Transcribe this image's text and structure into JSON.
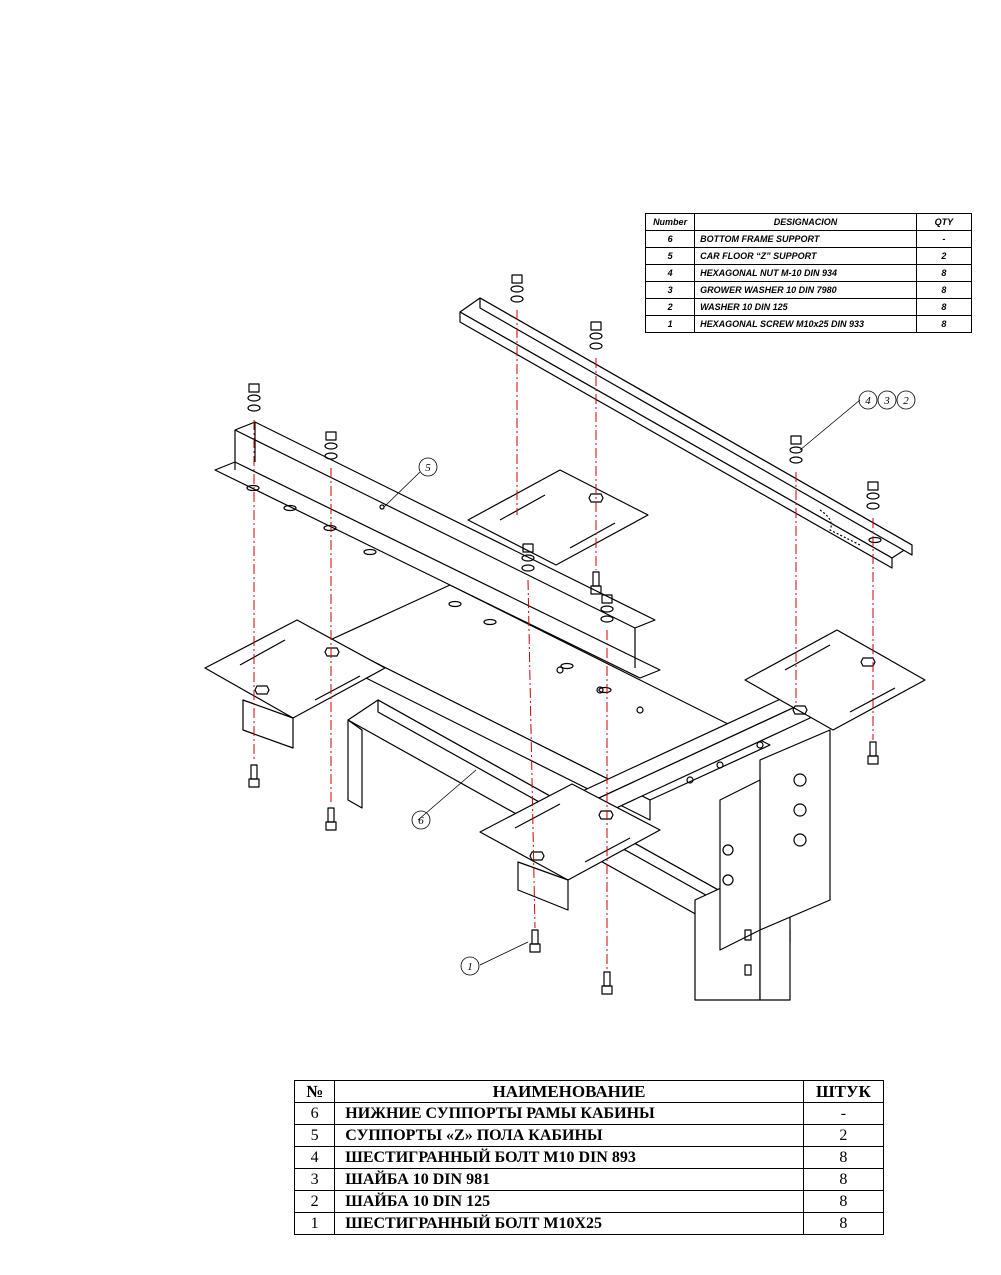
{
  "en_table": {
    "headers": {
      "number": "Number",
      "designation": "DESIGNACION",
      "qty": "QTY"
    },
    "rows": [
      {
        "number": "6",
        "designation": "BOTTOM FRAME SUPPORT",
        "qty": "-"
      },
      {
        "number": "5",
        "designation": "CAR FLOOR “Z” SUPPORT",
        "qty": "2"
      },
      {
        "number": "4",
        "designation": "HEXAGONAL NUT M-10 DIN 934",
        "qty": "8"
      },
      {
        "number": "3",
        "designation": "GROWER WASHER 10 DIN 7980",
        "qty": "8"
      },
      {
        "number": "2",
        "designation": "WASHER 10 DIN 125",
        "qty": "8"
      },
      {
        "number": "1",
        "designation": "HEXAGONAL SCREW M10x25 DIN 933",
        "qty": "8"
      }
    ]
  },
  "ru_table": {
    "headers": {
      "number": "№",
      "name": "НАИМЕНОВАНИЕ",
      "qty": "ШТУК"
    },
    "rows": [
      {
        "number": "6",
        "name": "НИЖНИЕ СУППОРТЫ РАМЫ КАБИНЫ",
        "qty": "-"
      },
      {
        "number": "5",
        "name": "СУППОРТЫ «Z» ПОЛА КАБИНЫ",
        "qty": "2"
      },
      {
        "number": "4",
        "name": "ШЕСТИГРАННЫЙ БОЛТ  M10 DIN 893",
        "qty": "8"
      },
      {
        "number": "3",
        "name": "ШАЙБА 10 DIN 981",
        "qty": "8"
      },
      {
        "number": "2",
        "name": "ШАЙБА 10 DIN 125",
        "qty": "8"
      },
      {
        "number": "1",
        "name": "ШЕСТИГРАННЫЙ БОЛТ M10X25",
        "qty": "8"
      }
    ]
  },
  "callouts": {
    "part5": "5",
    "part6": "6",
    "part1": "1",
    "part4": "4",
    "part3": "3",
    "part2": "2"
  },
  "colors": {
    "line": "#000000",
    "centerline": "#cc0000"
  }
}
